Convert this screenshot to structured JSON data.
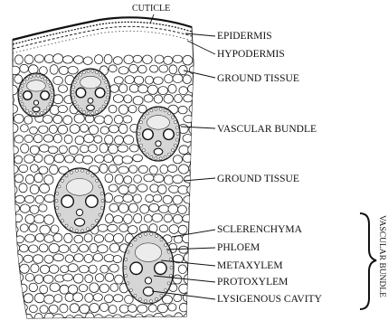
{
  "diagram": {
    "title": "CUTICLE",
    "labels": {
      "epidermis": "EPIDERMIS",
      "hypodermis": "HYPODERMIS",
      "ground_tissue_upper": "GROUND TISSUE",
      "vascular_bundle": "VASCULAR BUNDLE",
      "ground_tissue_lower": "GROUND TISSUE",
      "sclerenchyma": "SCLERENCHYMA",
      "phloem": "PHLOEM",
      "metaxylem": "METAXYLEM",
      "protoxylem": "PROTOXYLEM",
      "lysigenous_cavity": "LYSIGENOUS CAVITY"
    },
    "bracket_label": "VASCULAR BUNDLE"
  }
}
